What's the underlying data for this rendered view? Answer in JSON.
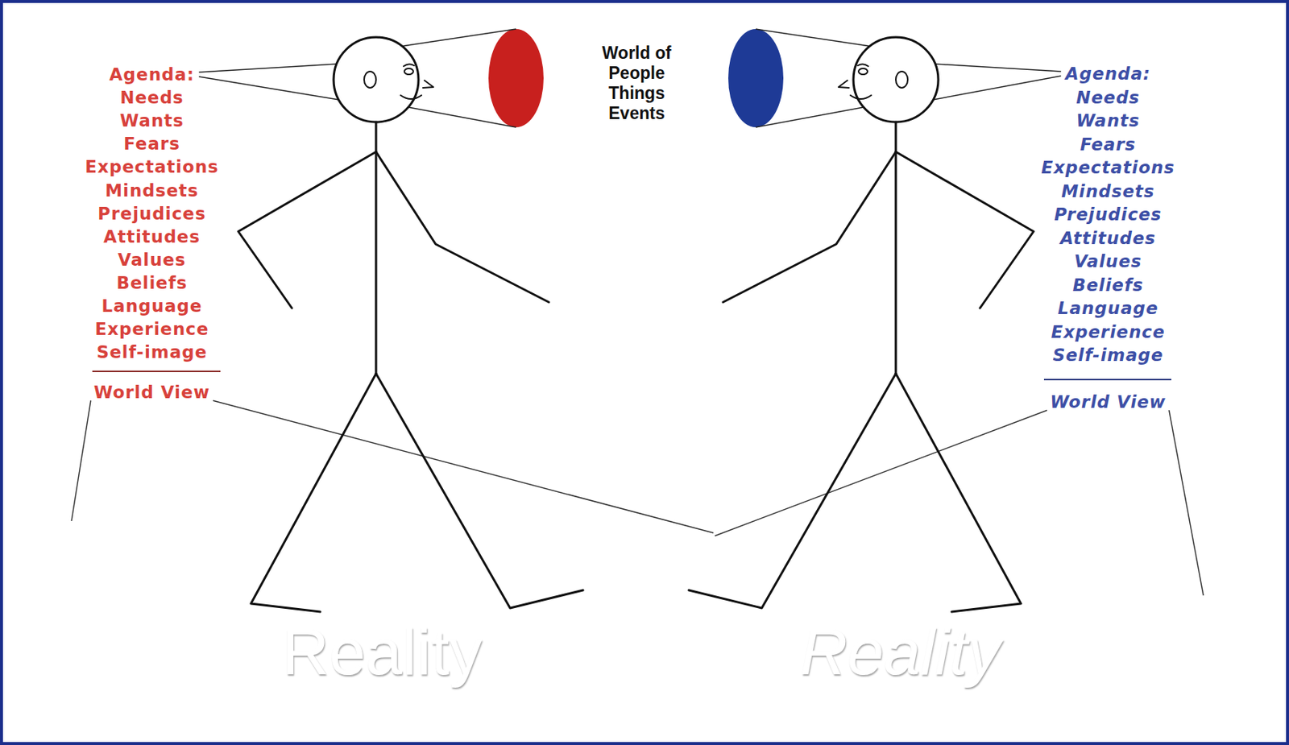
{
  "diagram": {
    "nodes": [
      {
        "text": [
          "Reality"
        ]
      },
      {
        "text": [
          "Reality"
        ]
      }
    ],
    "labels": [
      "Agenda:",
      "Needs",
      "Wants",
      "Fears",
      "Expectations",
      "Mindsets",
      "Prejudices",
      "Attitudes",
      "Values",
      "Beliefs",
      "Language",
      "Experience",
      "Self-image",
      "World View",
      "World of People Things Events",
      "Agenda:",
      "Needs",
      "Wants",
      "Fears",
      "Expectations",
      "Mindsets",
      "Prejudices",
      "Attitudes",
      "Values",
      "Beliefs",
      "Language",
      "Experience",
      "Self-image",
      "World View"
    ]
  }
}
